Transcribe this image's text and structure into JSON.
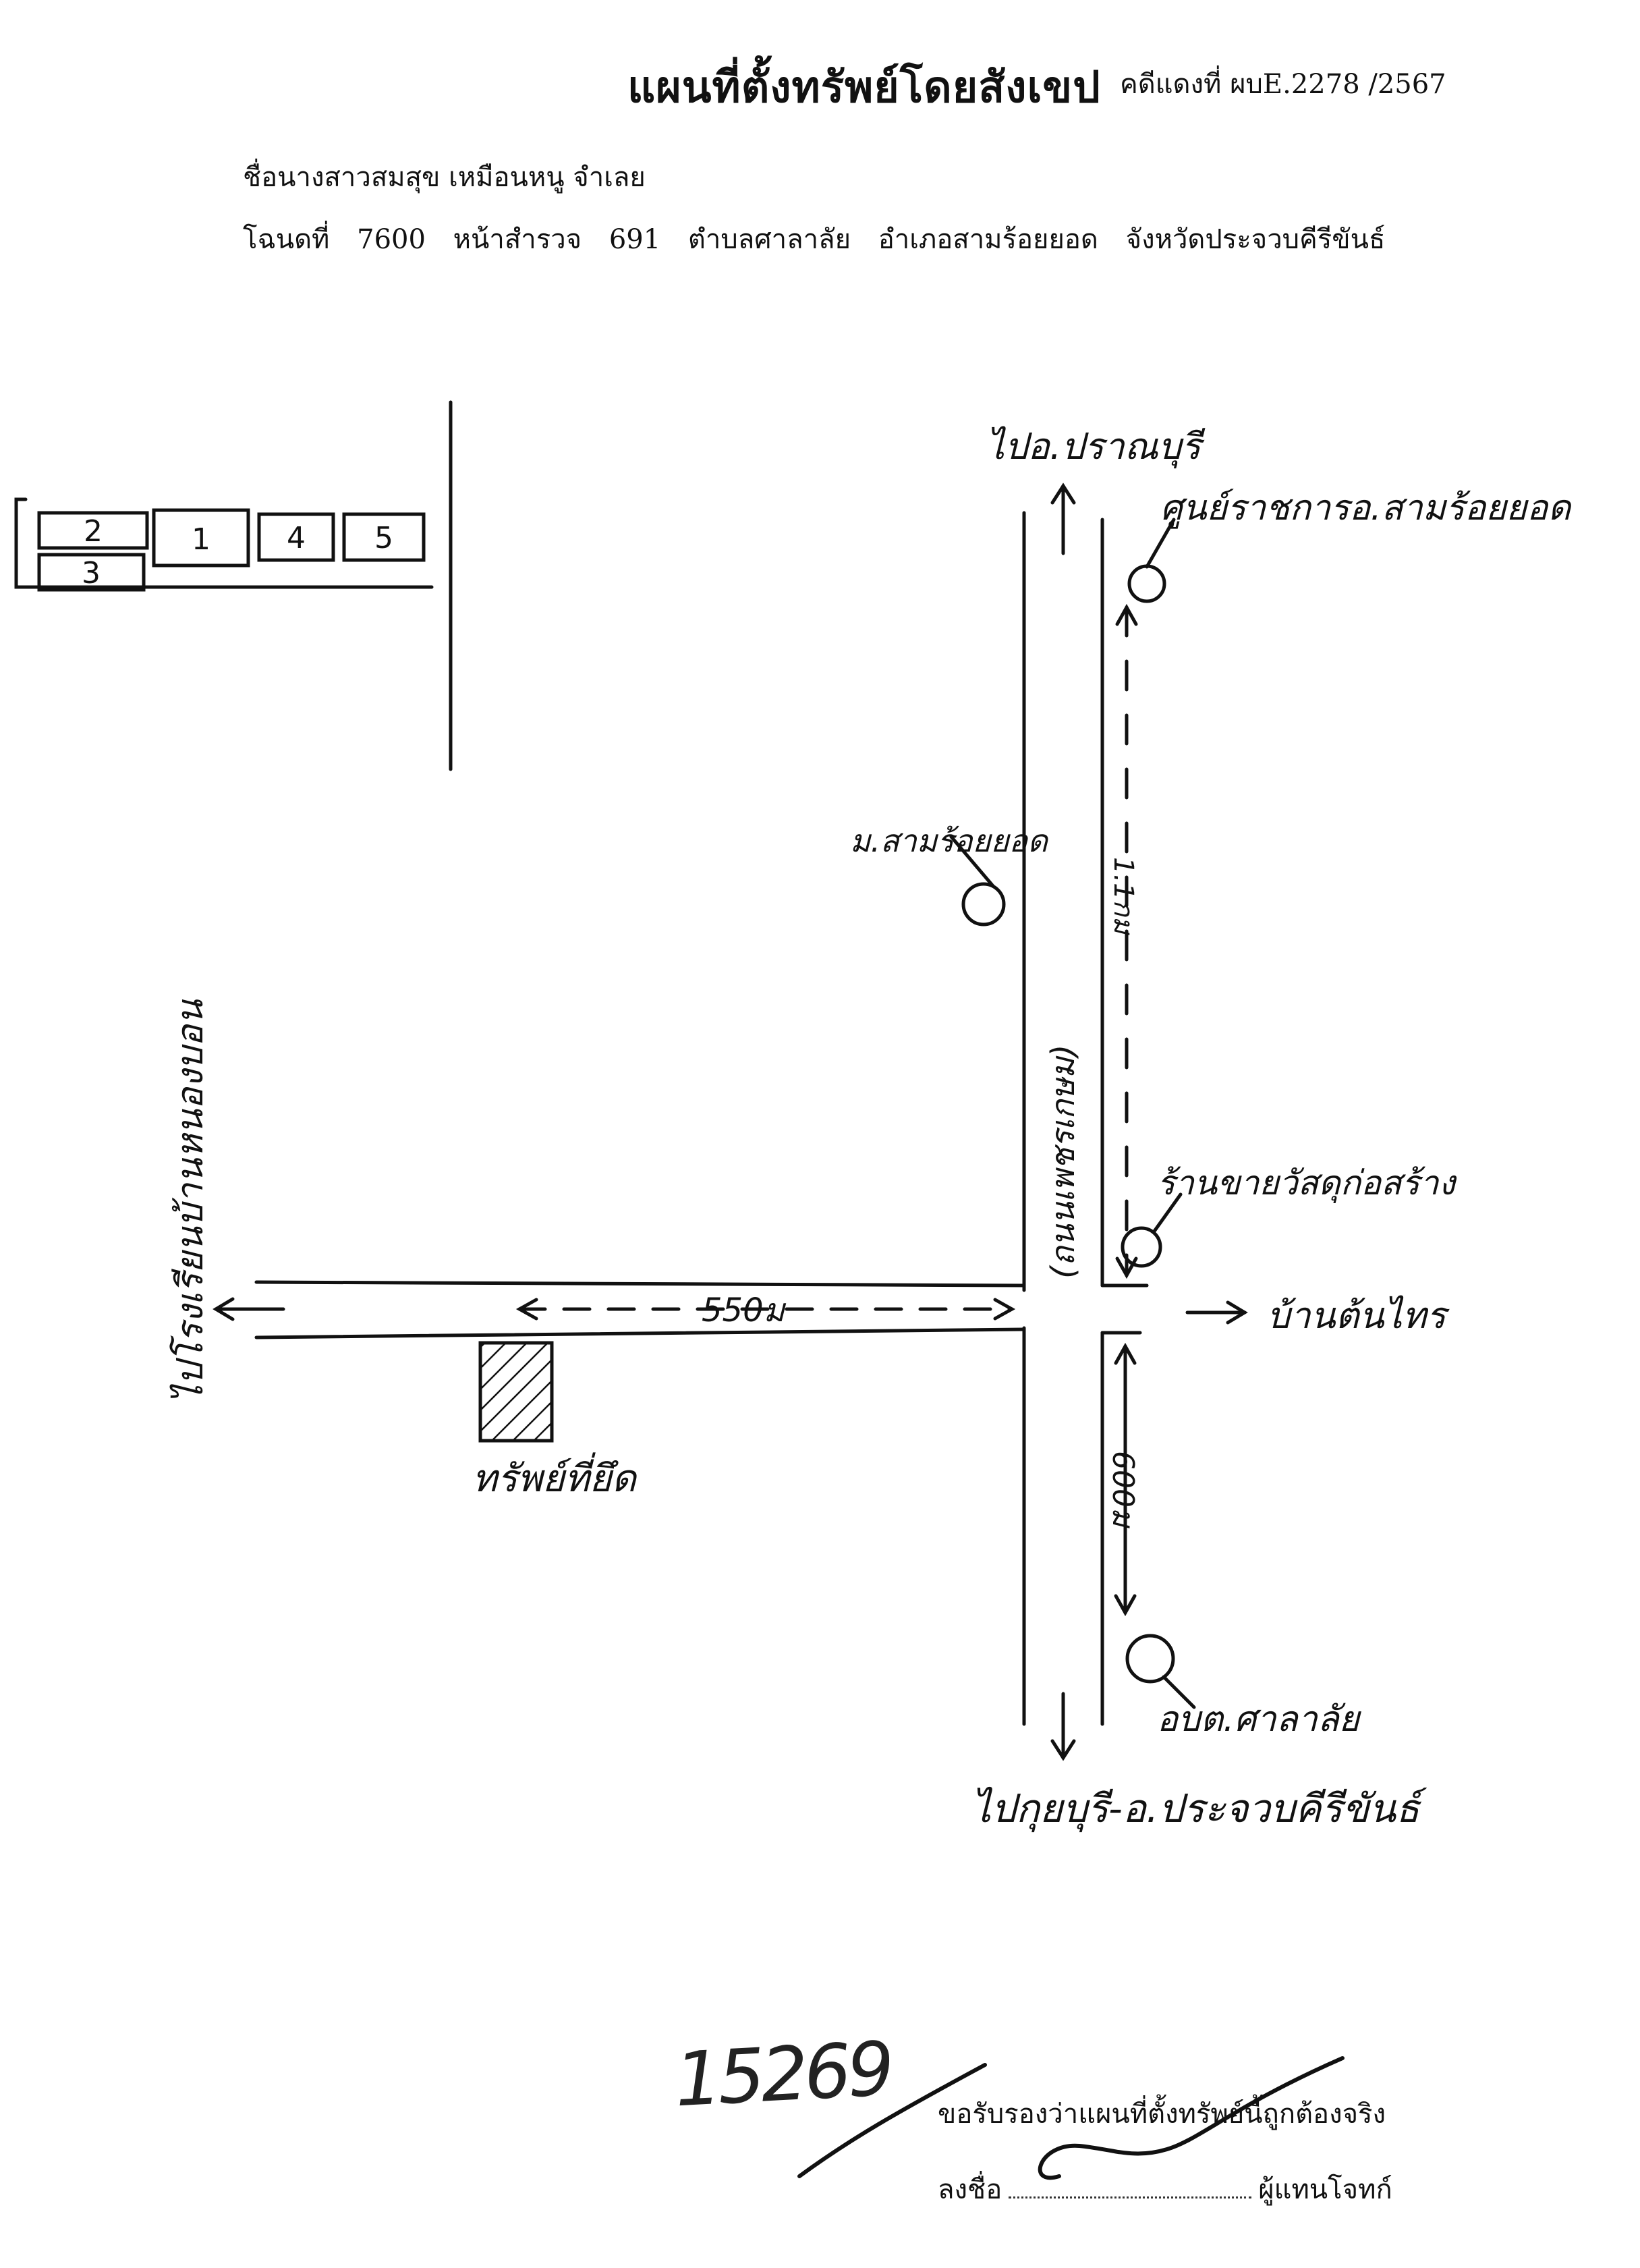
{
  "header": {
    "title": "แผนที่ตั้งทรัพย์โดยสังเขป",
    "case_no": "คดีแดงที่ ผบE.2278 /2567",
    "defendant": "ชื่อนางสาวสมสุข เหมือนหนู จำเลย",
    "deed": {
      "deed_label": "โฉนดที่",
      "deed_no": "7600",
      "survey_label": "หน้าสำรวจ",
      "survey_no": "691",
      "subdistrict": "ตำบลศาลาลัย",
      "district": "อำเภอสามร้อยยอด",
      "province": "จังหวัดประจวบคีรีขันธ์"
    }
  },
  "map": {
    "lot_numbers": [
      "2",
      "3",
      "1",
      "4",
      "5"
    ],
    "labels": {
      "north_destination": "ไปอ.ปราณบุรี",
      "south_destination": "ไปกุยบุรี-อ.ประจวบคีรีขันธ์",
      "east_destination": "บ้านต้นไทร",
      "west_destination": "ไปโรงเรียนบ้านหนองบอน",
      "main_road": "(ถนนเพชรเกษม)",
      "landmark_government_center": "ศูนย์ราชการอ.สามร้อยยอด",
      "landmark_university": "ม.สามร้อยยอด",
      "landmark_hardware_store": "ร้านขายวัสดุก่อสร้าง",
      "landmark_sao": "อบต.ศาลาลัย",
      "property": "ทรัพย์ที่ยึด"
    },
    "distances": {
      "side_road": "550ม",
      "north_segment": "1.1กม",
      "south_segment": "600ม"
    }
  },
  "footer": {
    "handwritten_number": "15269",
    "certification": "ขอรับรองว่าแผนที่ตั้งทรัพย์นี้ถูกต้องจริง",
    "sign_label": "ลงชื่อ",
    "signer_role": "ผู้แทนโจทก์"
  }
}
